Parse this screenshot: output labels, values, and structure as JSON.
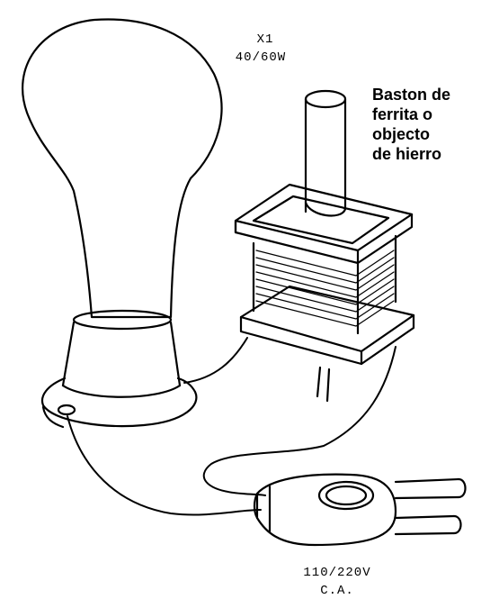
{
  "labels": {
    "bulb_quantity": "X1",
    "bulb_wattage": "40/60W",
    "core_line1": "Baston de",
    "core_line2": "ferrita o",
    "core_line3": "objecto",
    "core_line4": "de hierro",
    "voltage": "110/220V",
    "current_type": "C.A."
  }
}
